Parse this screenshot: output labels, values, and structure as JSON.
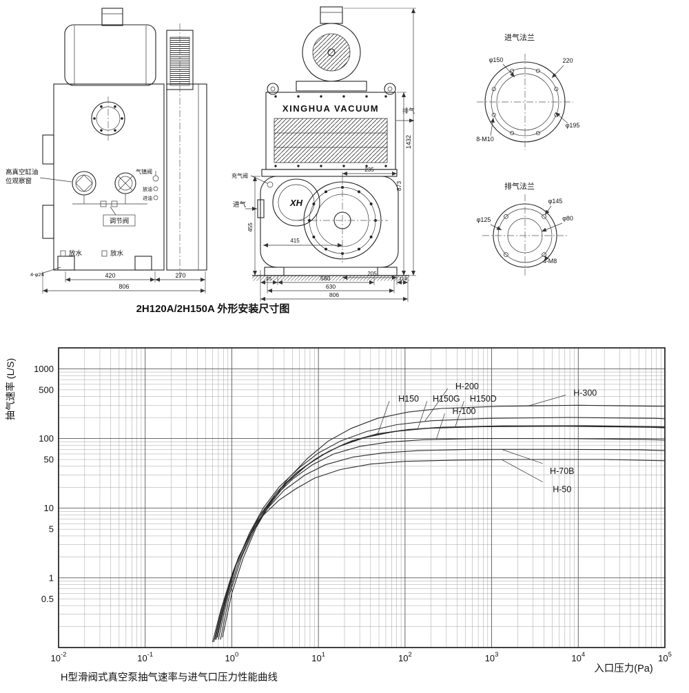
{
  "drawing": {
    "caption": "2H120A/2H150A 外形安装尺寸图",
    "side_view": {
      "labels": {
        "sight1": "高真空缸油",
        "sight2": "位观察窗",
        "gas_ballast": "气镇阀",
        "oil_drain": "放油",
        "oil_fill": "进油",
        "regulator": "调节阀",
        "drain1": "放水",
        "drain2": "放水"
      },
      "dims": {
        "d420": "420",
        "d270": "270",
        "d806": "806",
        "holes": "4-φ24"
      }
    },
    "front_view": {
      "brand": "XINGHUA VACUUM",
      "logo": "XH",
      "labels": {
        "exhaust": "排气",
        "charge": "充气阀",
        "inlet": "进气"
      },
      "dims": {
        "h1432": "1432",
        "h873": "873",
        "w235": "235",
        "h455": "455",
        "w415": "415",
        "w25": "25",
        "w580": "580",
        "w205": "205",
        "w114": "114",
        "w630": "630",
        "w806": "806"
      }
    },
    "intake_flange": {
      "title": "进气法兰",
      "dims": {
        "d150": "φ150",
        "d220": "220",
        "d195": "φ195",
        "bolts": "8-M10"
      }
    },
    "exhaust_flange": {
      "title": "排气法兰",
      "dims": {
        "d145": "φ145",
        "d80": "φ80",
        "d125": "φ125",
        "bolts": "4-M8"
      }
    }
  },
  "chart": {
    "caption": "H型滑阀式真空泵抽气速率与进气口压力性能曲线"
  },
  "chart_data": {
    "type": "line",
    "xlabel": "入口压力(Pa)",
    "ylabel": "抽气速率 (L/S)",
    "x_scale": "log",
    "y_scale": "log",
    "x_range_pa": [
      0.01,
      100000
    ],
    "y_range_ls": [
      0.1,
      2000
    ],
    "x_tick_exponents": [
      -2,
      -1,
      0,
      1,
      2,
      3,
      4,
      5
    ],
    "y_ticks": [
      1000,
      500,
      100,
      50,
      10,
      5,
      1,
      0.5
    ],
    "grid": "log major+minor",
    "series": [
      {
        "name": "H-50",
        "points": [
          [
            0.6,
            0.12
          ],
          [
            0.75,
            0.35
          ],
          [
            0.95,
            0.9
          ],
          [
            1.2,
            2.0
          ],
          [
            1.6,
            4.0
          ],
          [
            2.2,
            7.5
          ],
          [
            3.5,
            13
          ],
          [
            5.5,
            19
          ],
          [
            9,
            27
          ],
          [
            18,
            36
          ],
          [
            40,
            43
          ],
          [
            100,
            47
          ],
          [
            400,
            49
          ],
          [
            2000,
            50
          ],
          [
            20000,
            50
          ],
          [
            100000,
            48
          ]
        ]
      },
      {
        "name": "H-70B",
        "points": [
          [
            0.62,
            0.12
          ],
          [
            0.78,
            0.4
          ],
          [
            1.0,
            1.1
          ],
          [
            1.35,
            2.6
          ],
          [
            1.8,
            5.5
          ],
          [
            2.6,
            10
          ],
          [
            4,
            18
          ],
          [
            7,
            30
          ],
          [
            12,
            42
          ],
          [
            25,
            54
          ],
          [
            55,
            62
          ],
          [
            140,
            67
          ],
          [
            600,
            70
          ],
          [
            5000,
            70
          ],
          [
            50000,
            69
          ],
          [
            100000,
            67
          ]
        ]
      },
      {
        "name": "H-100",
        "points": [
          [
            0.64,
            0.13
          ],
          [
            0.82,
            0.45
          ],
          [
            1.05,
            1.3
          ],
          [
            1.45,
            3.2
          ],
          [
            2.0,
            7
          ],
          [
            3,
            14
          ],
          [
            5,
            26
          ],
          [
            8.5,
            42
          ],
          [
            15,
            60
          ],
          [
            30,
            77
          ],
          [
            65,
            89
          ],
          [
            160,
            96
          ],
          [
            700,
            100
          ],
          [
            6000,
            100
          ],
          [
            60000,
            97
          ],
          [
            100000,
            95
          ]
        ]
      },
      {
        "name": "H150",
        "points": [
          [
            0.66,
            0.13
          ],
          [
            0.85,
            0.5
          ],
          [
            1.1,
            1.5
          ],
          [
            1.55,
            3.8
          ],
          [
            2.2,
            8.5
          ],
          [
            3.3,
            17
          ],
          [
            5.5,
            32
          ],
          [
            9.5,
            52
          ],
          [
            17,
            76
          ],
          [
            34,
            103
          ],
          [
            75,
            126
          ],
          [
            180,
            140
          ],
          [
            800,
            148
          ],
          [
            7000,
            150
          ],
          [
            70000,
            145
          ],
          [
            100000,
            142
          ]
        ]
      },
      {
        "name": "H150G",
        "points": [
          [
            0.7,
            0.13
          ],
          [
            0.9,
            0.55
          ],
          [
            1.2,
            1.7
          ],
          [
            1.7,
            4.5
          ],
          [
            2.5,
            10
          ],
          [
            3.8,
            20
          ],
          [
            6.5,
            37
          ],
          [
            11,
            58
          ],
          [
            20,
            84
          ],
          [
            40,
            110
          ],
          [
            90,
            130
          ],
          [
            220,
            143
          ],
          [
            1000,
            150
          ],
          [
            9000,
            152
          ],
          [
            100000,
            146
          ]
        ]
      },
      {
        "name": "H150D",
        "points": [
          [
            0.74,
            0.13
          ],
          [
            0.95,
            0.6
          ],
          [
            1.3,
            2.0
          ],
          [
            1.85,
            5.2
          ],
          [
            2.8,
            11.5
          ],
          [
            4.3,
            23
          ],
          [
            7.5,
            42
          ],
          [
            13,
            65
          ],
          [
            24,
            92
          ],
          [
            48,
            117
          ],
          [
            110,
            135
          ],
          [
            280,
            146
          ],
          [
            1300,
            152
          ],
          [
            12000,
            153
          ],
          [
            100000,
            148
          ]
        ]
      },
      {
        "name": "H-200",
        "points": [
          [
            0.68,
            0.14
          ],
          [
            0.88,
            0.55
          ],
          [
            1.15,
            1.7
          ],
          [
            1.6,
            4.4
          ],
          [
            2.3,
            10
          ],
          [
            3.5,
            20
          ],
          [
            6,
            38
          ],
          [
            10,
            62
          ],
          [
            18,
            92
          ],
          [
            36,
            126
          ],
          [
            80,
            158
          ],
          [
            200,
            180
          ],
          [
            900,
            195
          ],
          [
            8000,
            200
          ],
          [
            80000,
            195
          ],
          [
            100000,
            192
          ]
        ]
      },
      {
        "name": "H-300",
        "points": [
          [
            0.78,
            0.14
          ],
          [
            1.0,
            0.6
          ],
          [
            1.35,
            1.9
          ],
          [
            1.9,
            5.2
          ],
          [
            2.8,
            12
          ],
          [
            4.4,
            26
          ],
          [
            7.5,
            52
          ],
          [
            13,
            92
          ],
          [
            24,
            140
          ],
          [
            48,
            195
          ],
          [
            110,
            240
          ],
          [
            260,
            270
          ],
          [
            1200,
            290
          ],
          [
            10000,
            300
          ],
          [
            100000,
            290
          ]
        ]
      }
    ],
    "curve_labels": [
      {
        "text": "H-200",
        "x": 520,
        "y": 560,
        "tx": 170,
        "ty": 178
      },
      {
        "text": "H150",
        "x": 110,
        "y": 370,
        "tx": 48,
        "ty": 113
      },
      {
        "text": "H150G",
        "x": 300,
        "y": 370,
        "tx": 140,
        "ty": 136
      },
      {
        "text": "H150D",
        "x": 800,
        "y": 370,
        "tx": 380,
        "ty": 148
      },
      {
        "text": "H-100",
        "x": 480,
        "y": 245,
        "tx": 230,
        "ty": 98
      },
      {
        "text": "H-300",
        "x": 12000,
        "y": 450,
        "tx": 2600,
        "ty": 292
      },
      {
        "text": "H-70B",
        "x": 6500,
        "y": 34,
        "tx": 1300,
        "ty": 70
      },
      {
        "text": "H-50",
        "x": 6500,
        "y": 18.5,
        "tx": 1300,
        "ty": 50
      }
    ]
  }
}
